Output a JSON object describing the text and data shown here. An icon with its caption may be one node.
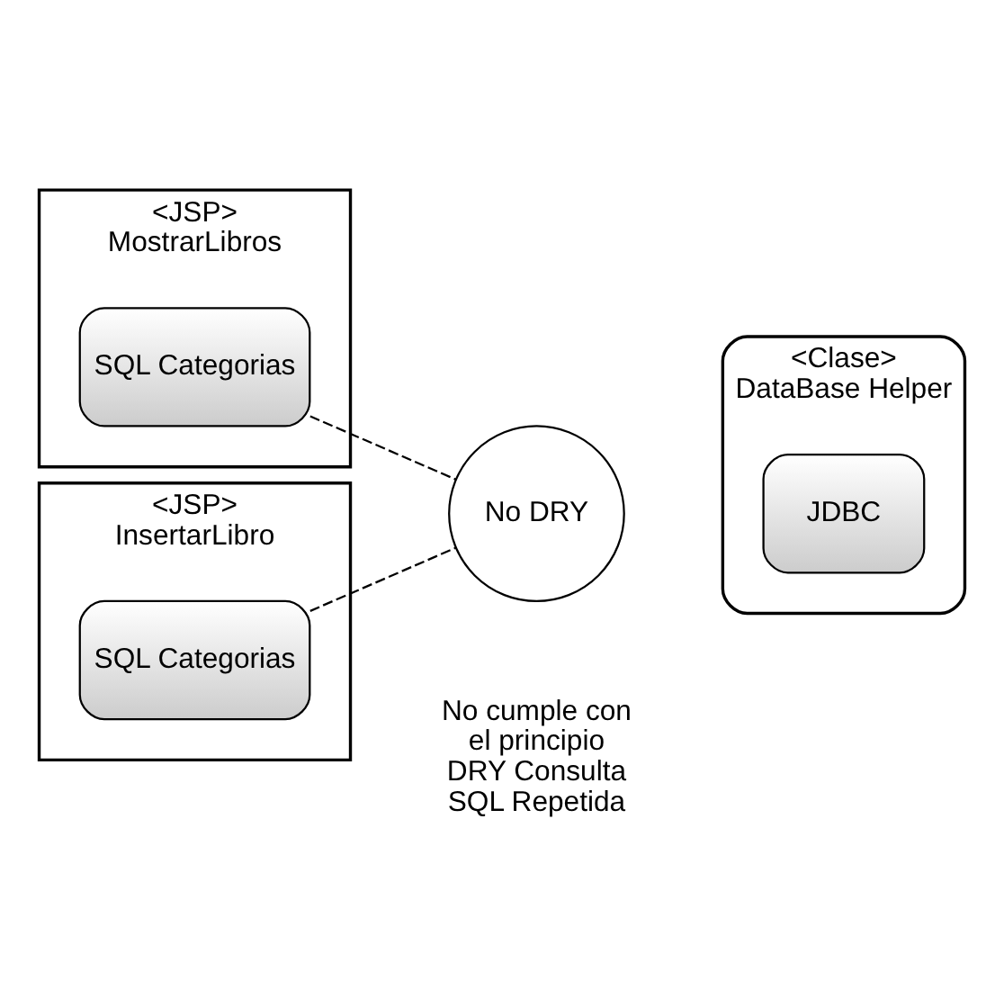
{
  "diagram": {
    "nodes": [
      {
        "text": [
          "<JSP>",
          "MostrarLibros"
        ]
      },
      {
        "text": [
          "SQL Categorias"
        ],
        "in": 0
      },
      {
        "text": [
          "No DRY"
        ]
      },
      {
        "text": [
          "<JSP>",
          "InsertarLibro"
        ]
      },
      {
        "text": [
          "SQL Categorias"
        ],
        "in": 3
      },
      {
        "text": [
          "<Clase>",
          "DataBase Helper"
        ]
      },
      {
        "text": [
          "JDBC"
        ],
        "in": 5
      }
    ],
    "edges": [
      {
        "from": 1,
        "to": 2,
        "arrow": "none",
        "style": "dashed"
      },
      {
        "from": 4,
        "to": 2,
        "arrow": "none",
        "style": "dashed"
      }
    ],
    "labels": [
      "No cumple con el principio DRY Consulta SQL Repetida"
    ]
  }
}
